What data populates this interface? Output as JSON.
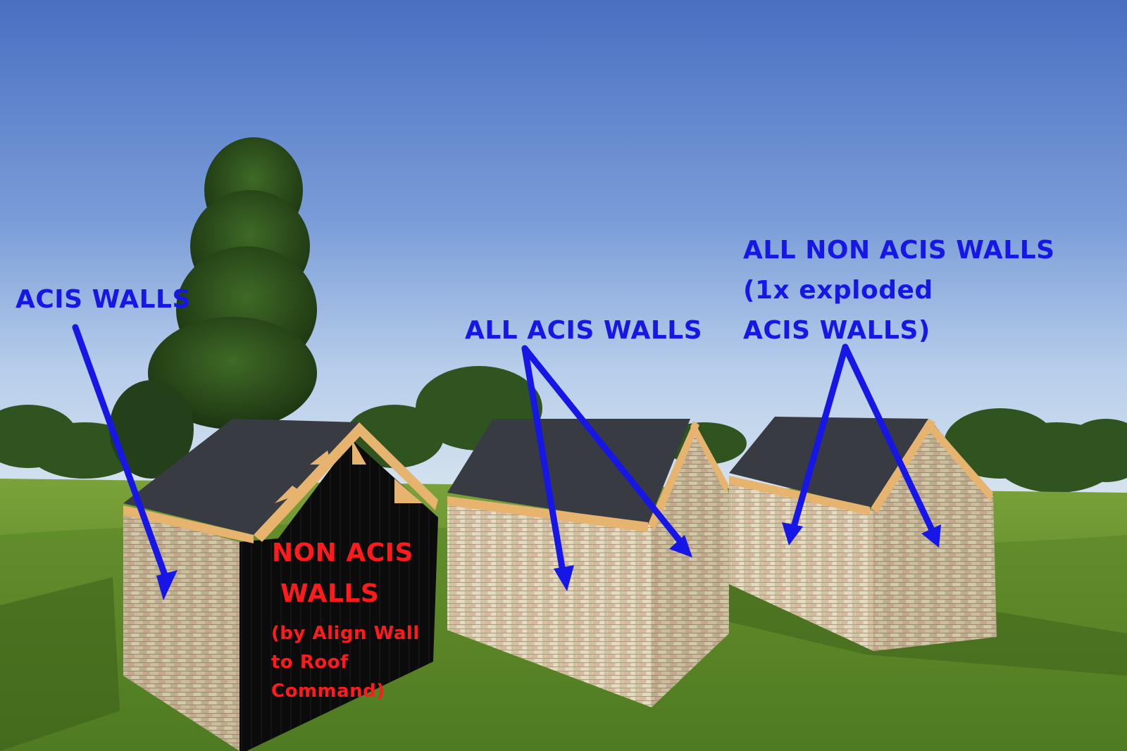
{
  "labels": {
    "acis_walls": "ACIS WALLS",
    "all_acis_walls": "ALL ACIS WALLS",
    "all_non_acis": {
      "line1": "ALL NON ACIS WALLS",
      "line2": "(1x exploded",
      "line3": "ACIS WALLS)"
    },
    "non_acis": {
      "line1": "NON ACIS",
      "line2": "WALLS",
      "note_line1": "(by Align Wall",
      "note_line2": "to Roof",
      "note_line3": "Command)"
    }
  },
  "colors": {
    "annotation_blue": "#1616e6",
    "annotation_red": "#ff1b1b",
    "sky_top": "#4a72c4",
    "sky_bottom": "#c9dcef",
    "grass": "#5f8a2a",
    "roof": "#3a3e44",
    "fascia": "#e3b06c",
    "brick": "#d9cfb4",
    "non_acis_wall": "#0b0b0b"
  }
}
